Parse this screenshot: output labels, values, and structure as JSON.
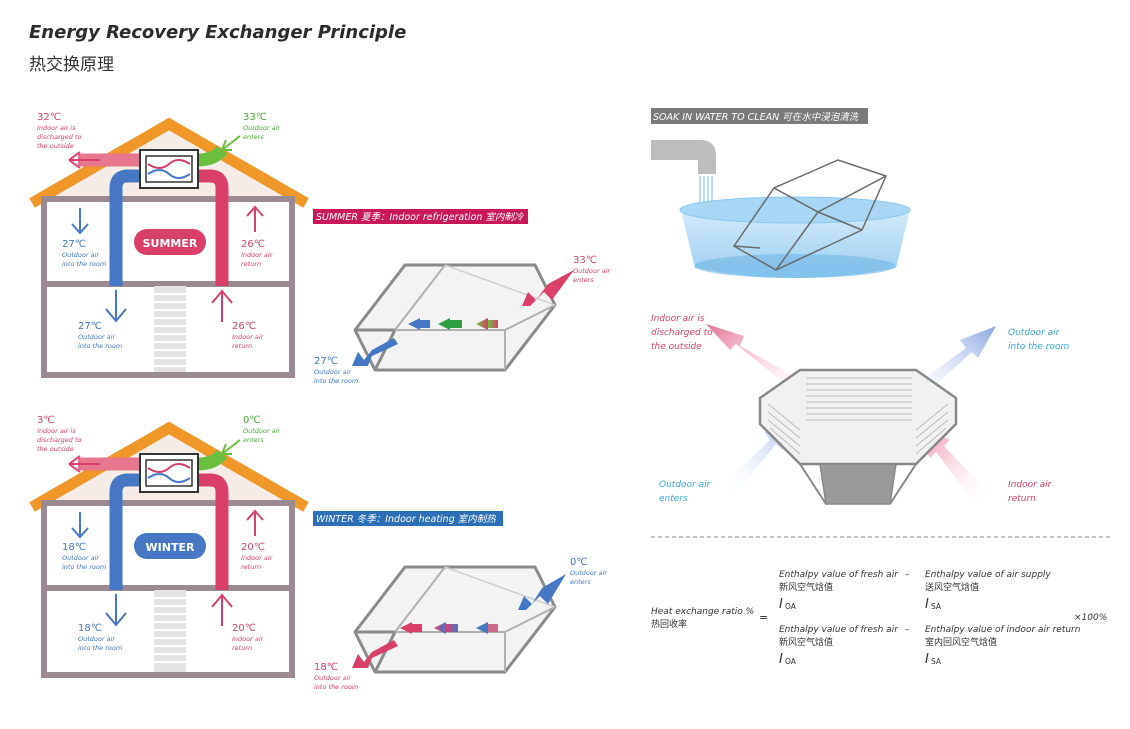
{
  "title": {
    "en": "Energy Recovery Exchanger Principle",
    "cn": "热交换原理"
  },
  "summer": {
    "house_label": "SUMMER",
    "banner": "SUMMER 夏季：Indoor refrigeration 室内制冷",
    "discharge_temp": "32℃",
    "discharge_text": [
      "Indoor air is",
      "discharged to",
      "the outside"
    ],
    "outdoor_in_temp": "33℃",
    "outdoor_in_text": [
      "Outdoor air",
      "enters"
    ],
    "supply_upper_temp": "27℃",
    "supply_lower_temp": "27℃",
    "supply_text": [
      "Outdoor air",
      "into the room"
    ],
    "return_upper_temp": "26℃",
    "return_lower_temp": "26℃",
    "return_text": [
      "Indoor air",
      "return"
    ],
    "core_in_temp": "33℃",
    "core_in_text": [
      "Outdoor air",
      "enters"
    ],
    "core_out_temp": "27℃",
    "core_out_text": [
      "Outdoor air",
      "into the room"
    ]
  },
  "winter": {
    "house_label": "WINTER",
    "banner": "WINTER 冬季：Indoor heating 室内制热",
    "discharge_temp": "3℃",
    "discharge_text": [
      "Indoor air is",
      "discharged to",
      "the outside"
    ],
    "outdoor_in_temp": "0℃",
    "outdoor_in_text": [
      "Outdoor air",
      "enters"
    ],
    "supply_upper_temp": "18℃",
    "supply_lower_temp": "18℃",
    "supply_text": [
      "Outdoor air",
      "into the room"
    ],
    "return_upper_temp": "20℃",
    "return_lower_temp": "20℃",
    "return_text": [
      "Indoor air",
      "return"
    ],
    "core_in_temp": "0℃",
    "core_in_text": [
      "Outdoor air",
      "enters"
    ],
    "core_out_temp": "18℃",
    "core_out_text": [
      "Outdoor air",
      "into the room"
    ]
  },
  "clean": {
    "banner": "SOAK IN WATER TO CLEAN 可在水中浸泡清洗"
  },
  "flow": {
    "discharge": [
      "Indoor air is",
      "discharged to",
      "the outside"
    ],
    "into_room": [
      "Outdoor air",
      "into the room"
    ],
    "outdoor_enters": [
      "Outdoor air",
      "enters"
    ],
    "indoor_return": [
      "Indoor air",
      "return"
    ]
  },
  "formula": {
    "label_en": "Heat exchange ratio %",
    "label_cn": "热回收率",
    "equals": "=",
    "minus": "–",
    "top_left_en": "Enthalpy value of fresh air",
    "top_left_cn": "新风空气焓值",
    "top_left_sym": "I",
    "top_left_sub": "OA",
    "top_right_en": "Enthalpy value of air supply",
    "top_right_cn": "送风空气焓值",
    "top_right_sym": "I",
    "top_right_sub": "SA",
    "bot_left_en": "Enthalpy value of fresh air",
    "bot_left_cn": "新风空气焓值",
    "bot_left_sym": "I",
    "bot_left_sub": "OA",
    "bot_right_en": "Enthalpy value of indoor air return",
    "bot_right_cn": "室内回风空气焓值",
    "bot_right_sym": "I",
    "bot_right_sub": "SA",
    "multiplier": "×100%"
  },
  "colors": {
    "roof": "#f0972a",
    "wall": "#9c8a93",
    "red": "#d8406a",
    "blue": "#4577c4",
    "green": "#6cbf3e",
    "summer_banner": "#c8185a",
    "winter_banner": "#2a6fb8",
    "clean_banner": "#777777",
    "water": "#8cc8ee"
  }
}
